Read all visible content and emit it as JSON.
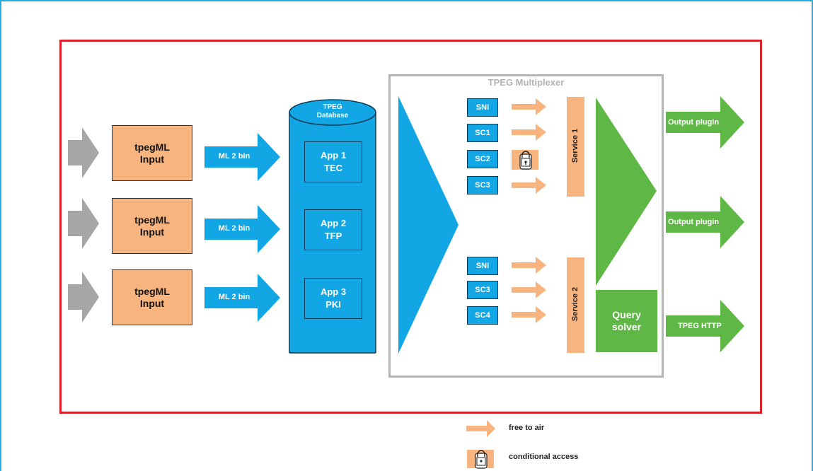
{
  "multiplexer": {
    "title": "TPEG Multiplexer"
  },
  "inputs": [
    {
      "label": "tpegML\nInput",
      "arrow_label": "ML 2 bin"
    },
    {
      "label": "tpegML\nInput",
      "arrow_label": "ML 2 bin"
    },
    {
      "label": "tpegML\nInput",
      "arrow_label": "ML 2 bin"
    }
  ],
  "database": {
    "title": "TPEG\nDatabase",
    "apps": [
      {
        "label": "App 1\nTEC"
      },
      {
        "label": "App 2\nTFP"
      },
      {
        "label": "App 3\nPKI"
      }
    ]
  },
  "service1": {
    "label": "Service 1",
    "components": [
      {
        "label": "SNI",
        "access": "free"
      },
      {
        "label": "SC1",
        "access": "free"
      },
      {
        "label": "SC2",
        "access": "conditional"
      },
      {
        "label": "SC3",
        "access": "free"
      }
    ]
  },
  "service2": {
    "label": "Service 2",
    "components": [
      {
        "label": "SNI",
        "access": "free"
      },
      {
        "label": "SC3",
        "access": "free"
      },
      {
        "label": "SC4",
        "access": "free"
      }
    ]
  },
  "query_solver": {
    "label": "Query\nsolver"
  },
  "outputs": [
    {
      "label": "Output plugin"
    },
    {
      "label": "Output plugin"
    },
    {
      "label": "TPEG HTTP"
    }
  ],
  "legend": {
    "free_label": "free to air",
    "conditional_label": "conditional access"
  },
  "colors": {
    "frame": "#27aee0",
    "red_border": "#d8212b",
    "grey_border": "#b5b5b5",
    "tan": "#f7b47f",
    "blue": "#12a7e4",
    "green": "#5fb845",
    "grey_arrow": "#a6a6a6",
    "orange_arrow": "#f7b47f"
  }
}
